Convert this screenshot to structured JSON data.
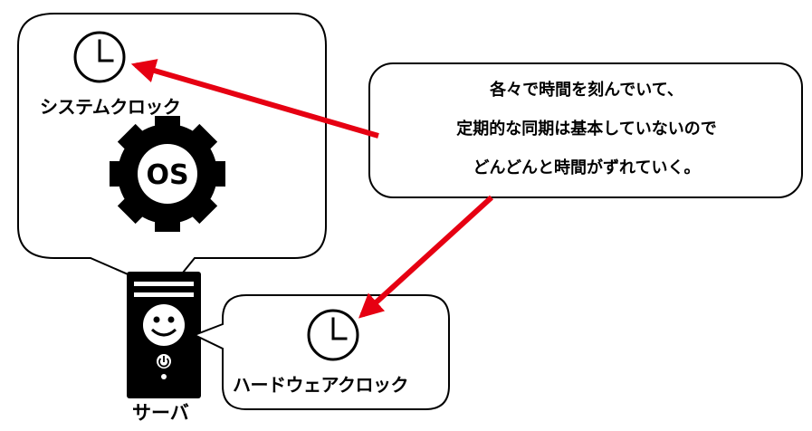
{
  "diagram": {
    "system_clock_label": "システムクロック",
    "os_label": "OS",
    "hardware_clock_label": "ハードウェアクロック",
    "server_label": "サーバ",
    "callout_lines": [
      "各々で時間を刻んでいて、",
      "定期的な同期は基本していないので",
      "どんどんと時間がずれていく。"
    ],
    "arrow_color": "#e60012"
  }
}
